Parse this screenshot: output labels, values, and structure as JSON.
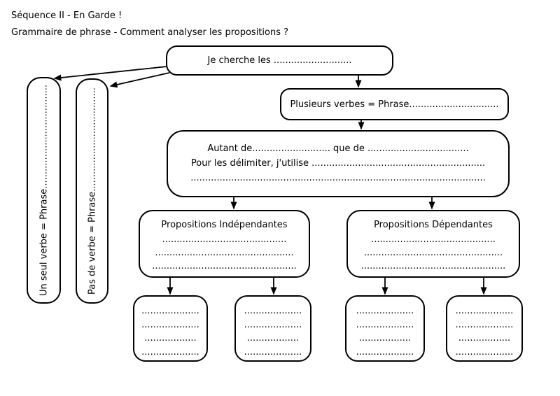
{
  "colors": {
    "ink": "#000000",
    "background": "#ffffff"
  },
  "header": {
    "line1": "Séquence II - En Garde !",
    "line2": "Grammaire de phrase - Comment analyser les propositions ?"
  },
  "diagram": {
    "root_box": {
      "label": "Je cherche les ..........................."
    },
    "one_verb_box": {
      "label": "Un seul verbe = Phrase...................................."
    },
    "no_verb_box": {
      "label": "Pas de verbe = Phrase...................................."
    },
    "several_verbs_box": {
      "label": "Plusieurs verbes = Phrase..............................."
    },
    "delimiter_box": {
      "line1": "Autant de........................... que de ...................................",
      "line2": "Pour les délimiter, j'utilise ............................................................",
      "line3": "......................................................................................................"
    },
    "independent_box": {
      "title": "Propositions Indépendantes",
      "lines": [
        "...........................................",
        "................................................",
        ".................................................."
      ]
    },
    "dependent_box": {
      "title": "Propositions Dépendantes",
      "lines": [
        "...........................................",
        "................................................",
        ".................................................."
      ]
    },
    "leaf_boxes": [
      {
        "lines": [
          "....................",
          "....................",
          "..................",
          "...................."
        ]
      },
      {
        "lines": [
          "....................",
          "....................",
          "..................",
          "...................."
        ]
      },
      {
        "lines": [
          "....................",
          "....................",
          "..................",
          "...................."
        ]
      },
      {
        "lines": [
          "....................",
          "....................",
          "..................",
          "...................."
        ]
      }
    ]
  }
}
